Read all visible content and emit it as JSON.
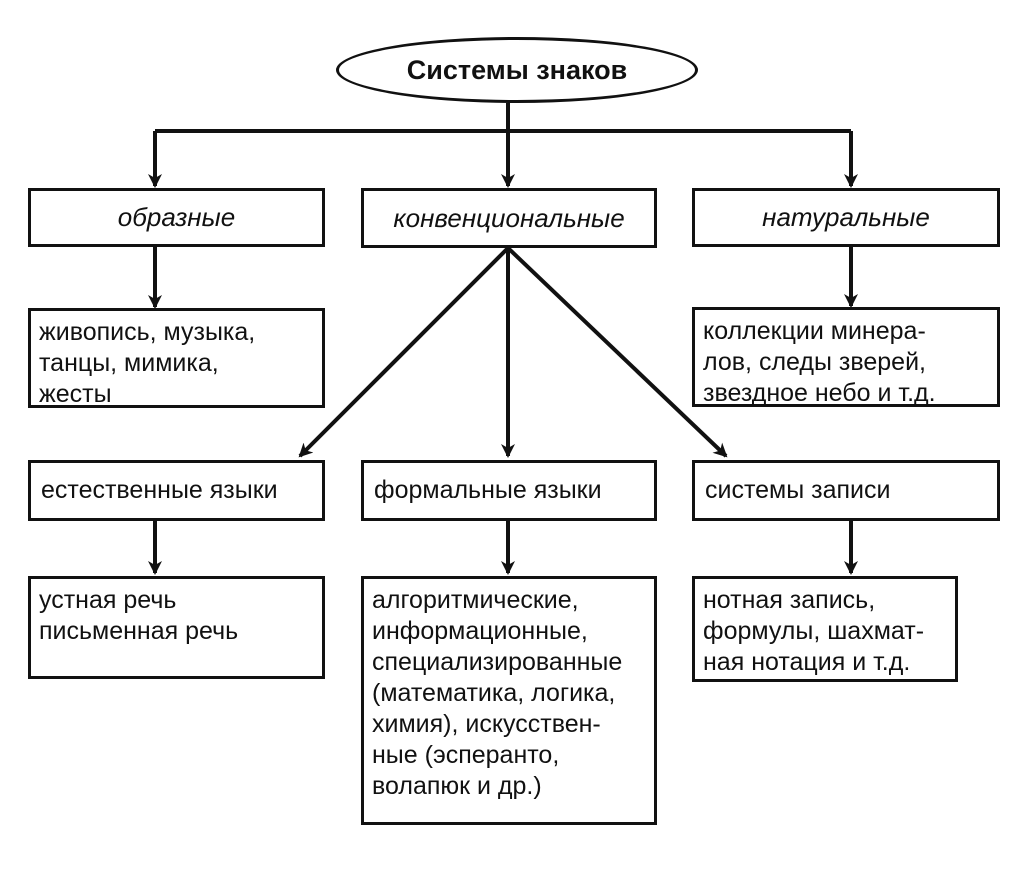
{
  "root": {
    "label": "Системы знаков"
  },
  "categories": {
    "figurative": "образные",
    "conventional": "конвенциональные",
    "natural": "натуральные"
  },
  "figurative_examples": [
    "живопись, музыка,",
    "танцы, мимика,",
    "жесты"
  ],
  "natural_examples": [
    "коллекции минера-",
    "лов, следы зверей,",
    "звездное небо и т.д."
  ],
  "conventional_types": {
    "natural_languages": "естественные языки",
    "formal_languages": "формальные языки",
    "notation_systems": "системы записи"
  },
  "natural_languages_examples": [
    "устная речь",
    "письменная речь"
  ],
  "formal_languages_examples": [
    "алгоритмические,",
    "информационные,",
    "специализированные",
    "(математика, логика,",
    "химия), искусствен-",
    "ные (эсперанто,",
    "волапюк и др.)"
  ],
  "notation_examples": [
    "нотная запись,",
    "формулы, шахмат-",
    "ная нотация и т.д."
  ]
}
